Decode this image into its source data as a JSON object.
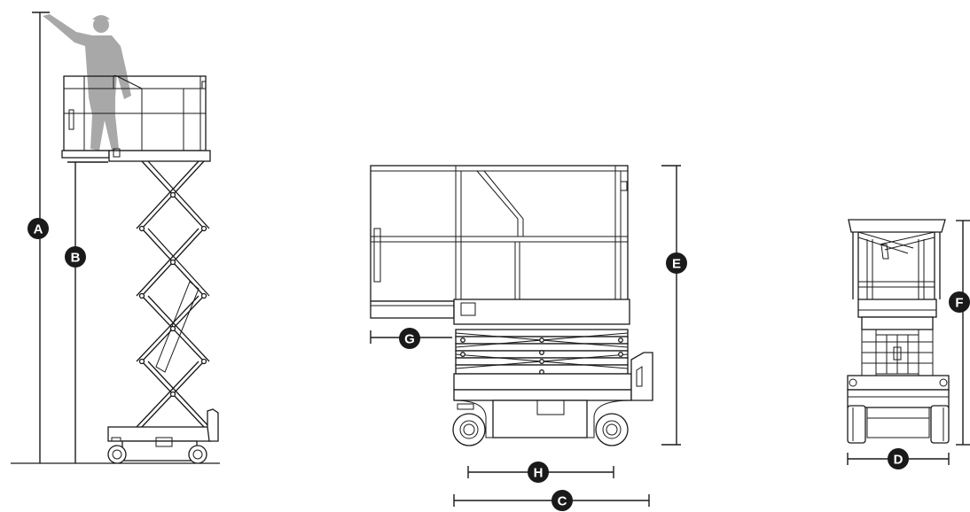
{
  "dimension_labels": {
    "a": "A",
    "b": "B",
    "c": "C",
    "d": "D",
    "e": "E",
    "f": "F",
    "g": "G",
    "h": "H"
  },
  "views": [
    "extended-side-view",
    "stowed-side-view",
    "stowed-rear-view"
  ],
  "colors": {
    "line": "#1a1a1a",
    "badge": "#1a1a1a",
    "badge_text": "#ffffff",
    "person": "#a8a8a8"
  }
}
